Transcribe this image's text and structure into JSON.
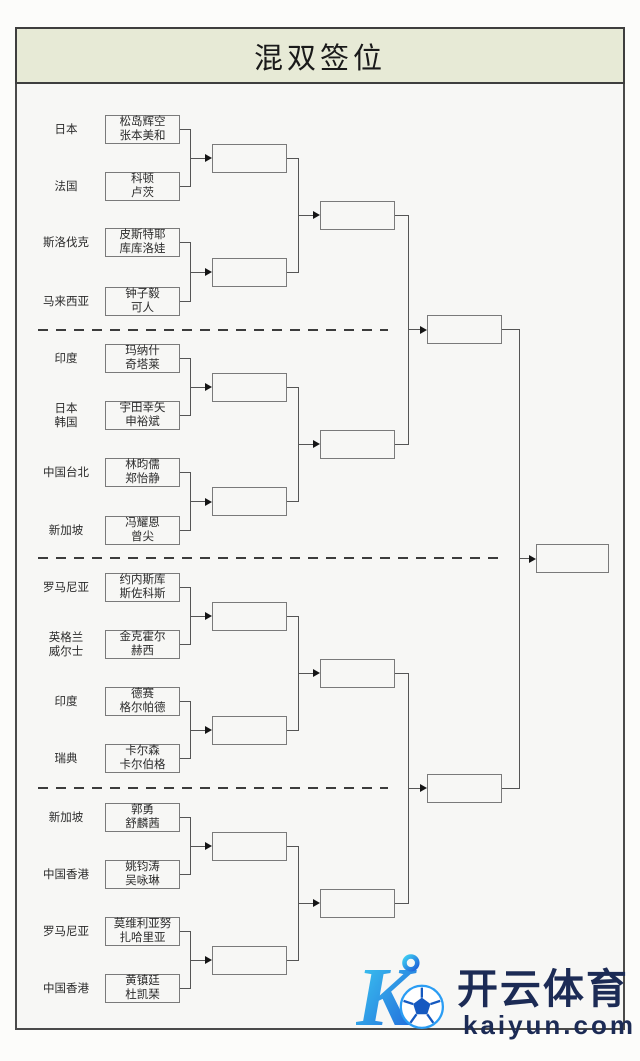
{
  "title": "混双签位",
  "bracket": {
    "round1": [
      {
        "country": [
          "日本"
        ],
        "players": [
          "松岛辉空",
          "张本美和"
        ]
      },
      {
        "country": [
          "法国"
        ],
        "players": [
          "科顿",
          "卢茨"
        ]
      },
      {
        "country": [
          "斯洛伐克"
        ],
        "players": [
          "皮斯特耶",
          "库库洛娃"
        ]
      },
      {
        "country": [
          "马来西亚"
        ],
        "players": [
          "钟子毅",
          "可人"
        ]
      },
      {
        "country": [
          "印度"
        ],
        "players": [
          "玛纳什",
          "奇塔莱"
        ]
      },
      {
        "country": [
          "日本",
          "韩国"
        ],
        "players": [
          "宇田幸矢",
          "申裕斌"
        ]
      },
      {
        "country": [
          "中国台北"
        ],
        "players": [
          "林昀儒",
          "郑怡静"
        ]
      },
      {
        "country": [
          "新加坡"
        ],
        "players": [
          "冯耀恩",
          "曾尖"
        ]
      },
      {
        "country": [
          "罗马尼亚"
        ],
        "players": [
          "约内斯库",
          "斯佐科斯"
        ]
      },
      {
        "country": [
          "英格兰",
          "威尔士"
        ],
        "players": [
          "金克霍尔",
          "赫西"
        ]
      },
      {
        "country": [
          "印度"
        ],
        "players": [
          "德赛",
          "格尔帕德"
        ]
      },
      {
        "country": [
          "瑞典"
        ],
        "players": [
          "卡尔森",
          "卡尔伯格"
        ]
      },
      {
        "country": [
          "新加坡"
        ],
        "players": [
          "郭勇",
          "舒麟茜"
        ]
      },
      {
        "country": [
          "中国香港"
        ],
        "players": [
          "姚钧涛",
          "吴咏琳"
        ]
      },
      {
        "country": [
          "罗马尼亚"
        ],
        "players": [
          "莫维利亚努",
          "扎哈里亚"
        ]
      },
      {
        "country": [
          "中国香港"
        ],
        "players": [
          "黄镇廷",
          "杜凯琹"
        ]
      }
    ]
  },
  "colors": {
    "title_band": "#e7ead6",
    "content_bg": "#f7f7f5",
    "connector_line": "#555555",
    "frame_border": "#3e3e3e",
    "watermark_gradient_start": "#3ecef2",
    "watermark_gradient_end": "#1e5fd8",
    "watermark_navy": "#1c2b55"
  },
  "watermark": {
    "logo": "kaiyun-k-football-logo",
    "brand": "开云体育",
    "domain": "kaiyun.com"
  }
}
